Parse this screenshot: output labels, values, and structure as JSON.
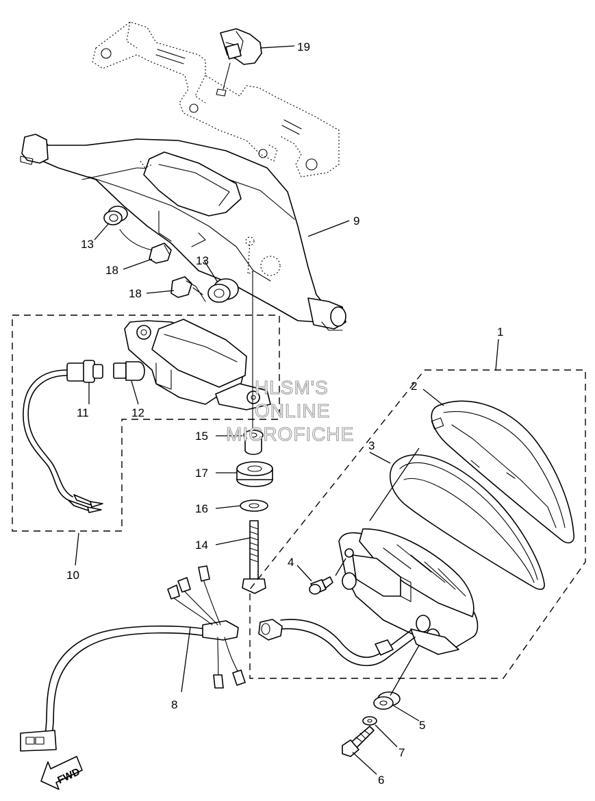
{
  "callouts": {
    "p1": "1",
    "p2": "2",
    "p3": "3",
    "p4": "4",
    "p5": "5",
    "p6": "6",
    "p7": "7",
    "p8": "8",
    "p9": "9",
    "p10": "10",
    "p11": "11",
    "p12": "12",
    "p13a": "13",
    "p13b": "13",
    "p14": "14",
    "p15": "15",
    "p16": "16",
    "p17": "17",
    "p18a": "18",
    "p18b": "18",
    "p19": "19"
  },
  "watermark": {
    "line1": "HLSM'S",
    "line2": "ONLINE",
    "line3": "MICROFICHE"
  },
  "direction": {
    "label": "FWD"
  }
}
